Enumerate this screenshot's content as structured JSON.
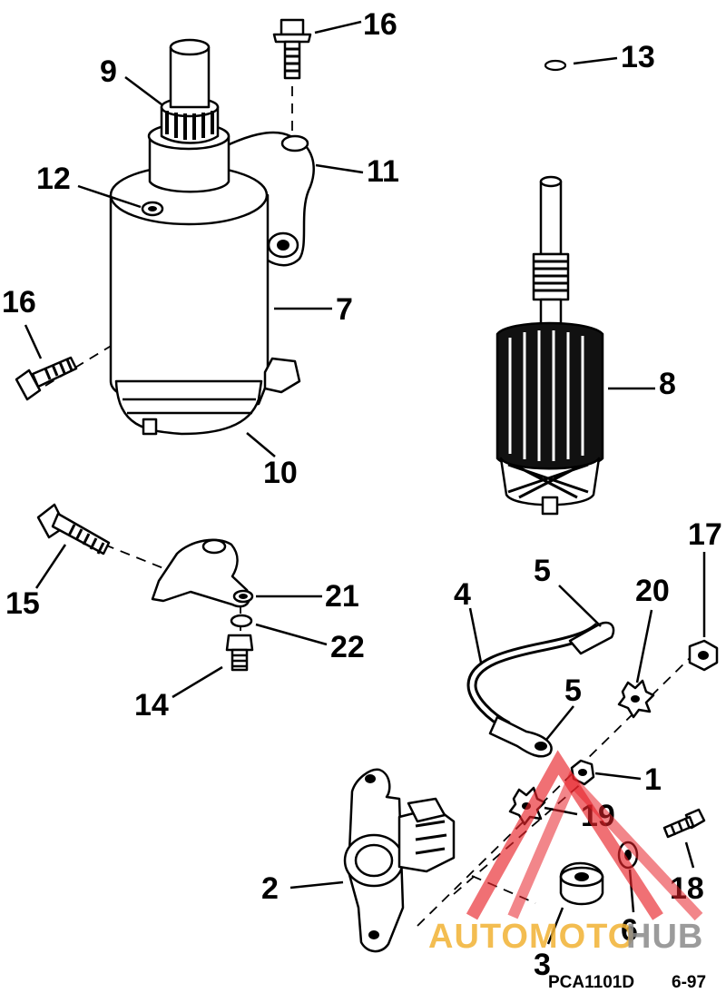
{
  "callouts": {
    "c1": "1",
    "c2": "2",
    "c3": "3",
    "c4": "4",
    "c5a": "5",
    "c5b": "5",
    "c6": "6",
    "c7": "7",
    "c8": "8",
    "c9": "9",
    "c10": "10",
    "c11": "11",
    "c12": "12",
    "c13": "13",
    "c14": "14",
    "c15": "15",
    "c16a": "16",
    "c16b": "16",
    "c17": "17",
    "c18": "18",
    "c19": "19",
    "c20": "20",
    "c21": "21",
    "c22": "22"
  },
  "footer": {
    "code": "PCA1101D",
    "date": "6-97"
  },
  "watermark": {
    "text_light": "AUTOMOTO",
    "text_dark": "HUB",
    "color_red": "#e8232a",
    "color_gold": "#f2b233",
    "color_dark": "#8a8a8a"
  }
}
